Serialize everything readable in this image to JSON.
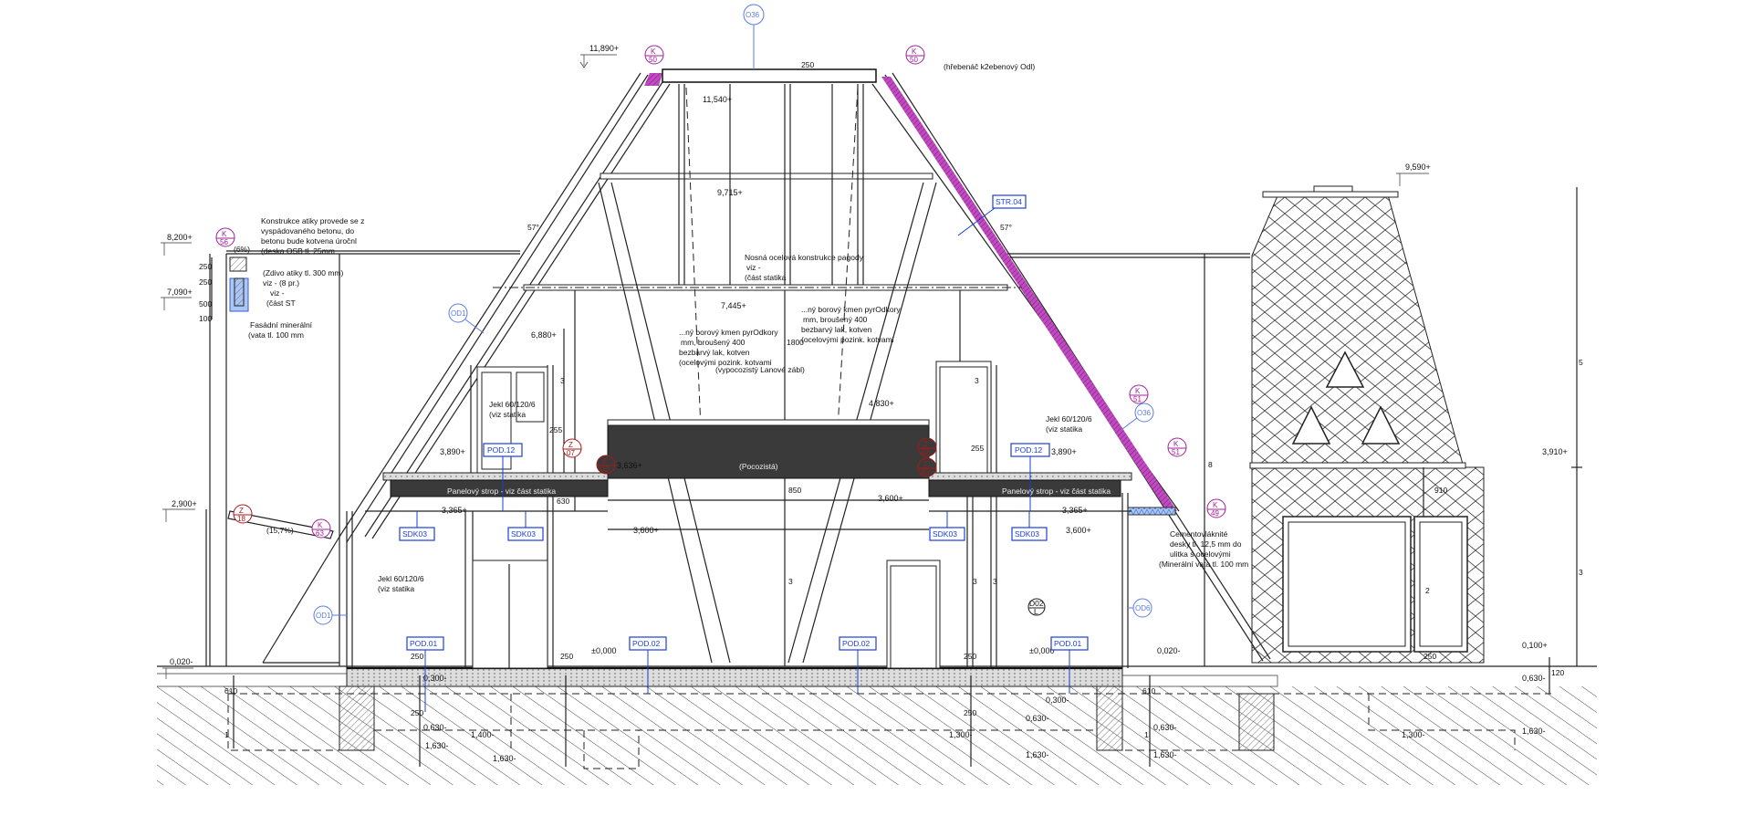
{
  "colors": {
    "line": "#222222",
    "tag_blue": "#1a3fd6",
    "circle_blue": "#5a7bea",
    "insulation_magenta": "#b02fb0",
    "section_red": "#a51919",
    "slab_dark": "#3a3a3a"
  },
  "elevations": {
    "e11890": "11,890+",
    "e11540": "11,540+",
    "e9715": "9,715+",
    "e7445": "7,445+",
    "e6880": "6,880+",
    "e8200": "8,200+",
    "e7090": "7,090+",
    "e2900": "2,900+",
    "e0020l": "0,020-",
    "e4830": "4,830+",
    "e3890l": "3,890+",
    "e3636": "3,636+",
    "e3365l": "3,365+",
    "e3600l": "3,600+",
    "e3600m": "3,600+",
    "e3890r": "3,890+",
    "e3365r": "3,365+",
    "e3600r": "3,600+",
    "e9590": "9,590+",
    "e3910": "3,910+",
    "e0000l": "±0,000",
    "e0000r": "±0,000",
    "e0020r": "0,020-",
    "e0100": "0,100+",
    "e0630r": "0,630-",
    "e1630r": "1,630-",
    "e0300l": "0,300-",
    "e0630l": "0,630-",
    "e1400": "1,400-",
    "e1630l": "1,630-",
    "e1630m": "1,630-",
    "e1300a": "1,300-",
    "e0300b": "0,300-",
    "e0630b": "0,630-",
    "e1630b": "1,630-",
    "e0630c": "0,630-",
    "e1630c": "1,630-",
    "e1300b": "1,300-"
  },
  "dimensions": {
    "d250a": "250",
    "d250b": "250",
    "d500": "500",
    "d100": "100",
    "d610l": "610",
    "d1l": "1",
    "d250c": "250",
    "d250d": "250",
    "d255l": "255",
    "d630": "630",
    "d3a": "3",
    "d850": "850",
    "d1800": "1800",
    "d3b": "3",
    "d3c": "3",
    "d255r": "255",
    "d250e": "250",
    "d250f": "250",
    "d250g": "250",
    "d610r": "610",
    "d1r": "1",
    "d3d": "3",
    "d3e": "3",
    "d8": "8",
    "d5": "5",
    "d3f": "3",
    "d2": "2",
    "d910": "910",
    "d120": "120",
    "d250h": "250",
    "d250t": "250",
    "slope_l": "(15,7%)",
    "slope_p": "(6%)",
    "ang1": "57°",
    "ang2": "57°"
  },
  "tags": {
    "pod12_l": "POD.12",
    "pod12_r": "POD.12",
    "sdk_1": "SDK03",
    "sdk_2": "SDK03",
    "sdk_3": "SDK03",
    "sdk_4": "SDK03",
    "pod01_l": "POD.01",
    "pod01_r": "POD.01",
    "pod02_l": "POD.02",
    "pod02_r": "POD.02",
    "str04": "STR.04"
  },
  "circles": {
    "o36_top": "O36",
    "od1_a": "OD1",
    "od1_b": "OD1",
    "od6": "OD6",
    "o36_r": "O36",
    "k50_l": {
      "top": "K",
      "bottom": "50"
    },
    "k50_r": {
      "top": "K",
      "bottom": "50"
    },
    "k56": {
      "top": "K",
      "bottom": "56"
    },
    "k63": {
      "top": "K",
      "bottom": "63"
    },
    "k51_a": {
      "top": "K",
      "bottom": "51"
    },
    "k51_b": {
      "top": "K",
      "bottom": "51"
    },
    "k49": {
      "top": "K",
      "bottom": "49"
    },
    "z18": {
      "top": "Z",
      "bottom": "18"
    },
    "z07": {
      "top": "Z",
      "bottom": "07"
    },
    "z02": {
      "top": "Z",
      "bottom": "02"
    },
    "z03r": {
      "top": "Z",
      "bottom": "03"
    },
    "z02r": {
      "top": "Z",
      "bottom": "02"
    },
    "d02": {
      "top": "D02",
      "bottom": "L"
    }
  },
  "notes": {
    "attic": [
      "Konstrukce atiky provede se z",
      "vyspádovaného betonu, do",
      "betonu bude kotvena úročnl",
      "(deska OSB tl. 25mm"
    ],
    "wall": [
      "(Zdivo atiky tl. 300 mm)",
      "viz - (8 pr.)"
    ],
    "wall2": [
      "viz -",
      "(část ST"
    ],
    "facade": [
      "Fasádní minerální",
      "(vata tl. 100 mm"
    ],
    "steel": [
      "Nosná ocelová konstrukce pagody",
      "viz -",
      "(část statika"
    ],
    "trunk_l": [
      "...ný borový kmen pyrOdkory",
      "mm, broušený 400",
      "bezbarvý lak, kotven",
      "(ocelovými pozink. kotvami"
    ],
    "trunk_r": [
      "...ný borový kmen pyrOdkory",
      "mm, broušený 400",
      "bezbarvý lak, kotven",
      "(ocelovými pozink. kotvami"
    ],
    "rope": "(vypocozistý Lanové zábl)",
    "ridge": "(hřebenáč k2ebenový Odl)",
    "pocoz": "(Pocozistá)",
    "slab_l": "Panelový strop - viz část statika",
    "slab_r": "Panelový strop - viz část statika",
    "jekl_l": [
      "Jekl 60/120/6",
      "(viz statika"
    ],
    "jekl_r": [
      "Jekl 60/120/6",
      "(viz statika"
    ],
    "jekl_b": [
      "Jekl 60/120/6",
      "(viz statika"
    ],
    "cement": [
      "Cementovláknité",
      "desky tl. 12,5 mm do",
      "ulitka s ocelovými",
      "(Minerální vata tl. 100 mm"
    ]
  }
}
